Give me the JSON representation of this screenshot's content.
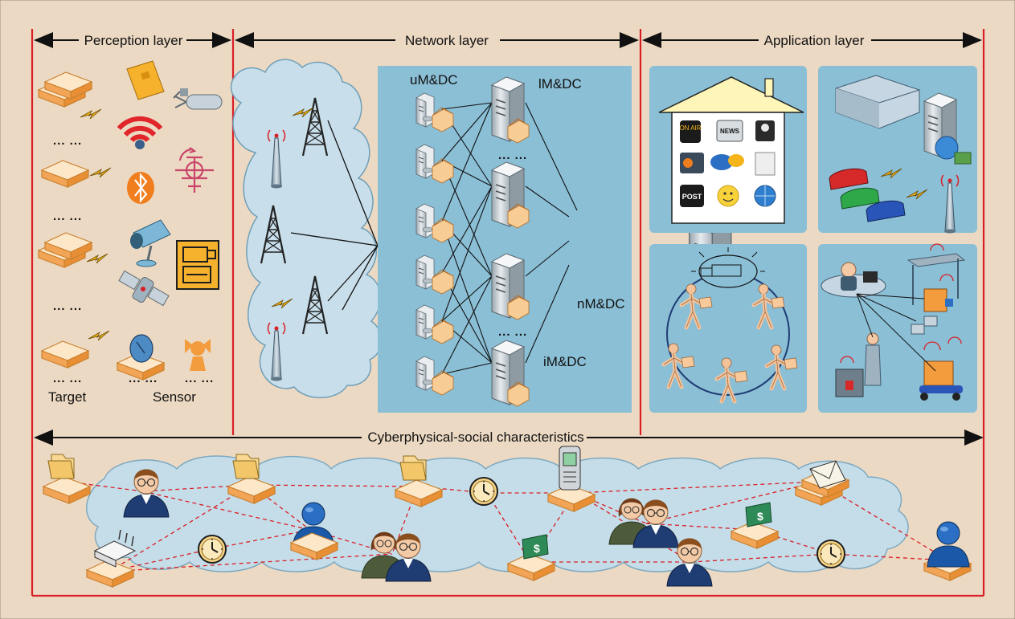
{
  "layers": {
    "perception": "Perception layer",
    "network": "Network layer",
    "application": "Application layer",
    "cps": "Cyberphysical-social characteristics"
  },
  "perception": {
    "ellipsis": "... ...",
    "target_label": "Target",
    "sensor_label": "Sensor"
  },
  "network": {
    "umdc": "uM&DC",
    "lmdc": "lM&DC",
    "nmdc": "nM&DC",
    "imdc": "iM&DC",
    "ellipsis": "... ..."
  },
  "apps": {
    "on_air": "ON AIR",
    "news": "NEWS",
    "post": "POST",
    "dollar": "$"
  },
  "colors": {
    "background": "#ecd9c3",
    "frame_red": "#d91f26",
    "panel_blue": "#8bbfd6",
    "cloud_blue": "#c5dde9",
    "device_orange": "#f6b46c",
    "server_gray": "#b9c4cc",
    "bolt_yellow": "#f4b41a"
  }
}
